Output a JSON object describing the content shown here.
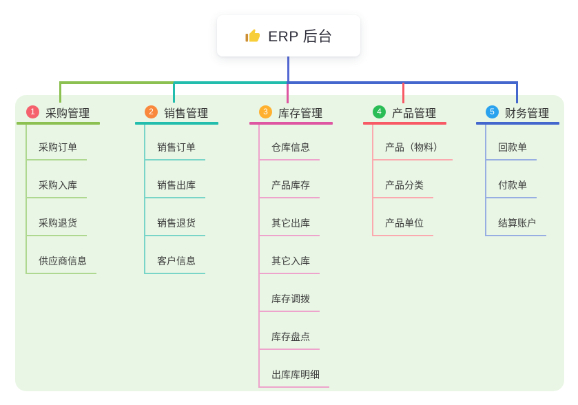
{
  "root": {
    "title": "ERP 后台",
    "icon": "thumbs-up-icon"
  },
  "canvas": {
    "background": "#e9f6e5"
  },
  "connector": {
    "stem_color": "#5468d4"
  },
  "branches": [
    {
      "index": "1",
      "title": "采购管理",
      "badge_color": "#f5626d",
      "line_color": "#8cc152",
      "sub_color": "#aed88f",
      "children": [
        "采购订单",
        "采购入库",
        "采购退货",
        "供应商信息"
      ]
    },
    {
      "index": "2",
      "title": "销售管理",
      "badge_color": "#f9873c",
      "line_color": "#23bdad",
      "sub_color": "#7ad5c9",
      "children": [
        "销售订单",
        "销售出库",
        "销售退货",
        "客户信息"
      ]
    },
    {
      "index": "3",
      "title": "库存管理",
      "badge_color": "#ffb02e",
      "line_color": "#de56a2",
      "sub_color": "#eda3cc",
      "children": [
        "仓库信息",
        "产品库存",
        "其它出库",
        "其它入库",
        "库存调拨",
        "库存盘点",
        "出库库明细"
      ]
    },
    {
      "index": "4",
      "title": "产品管理",
      "badge_color": "#2abd56",
      "line_color": "#f85a65",
      "sub_color": "#fba8af",
      "children": [
        "产品（物料）",
        "产品分类",
        "产品单位"
      ]
    },
    {
      "index": "5",
      "title": "财务管理",
      "badge_color": "#2aa2ee",
      "line_color": "#4467ce",
      "sub_color": "#97aee2",
      "children": [
        "回款单",
        "付款单",
        "结算账户"
      ]
    }
  ]
}
